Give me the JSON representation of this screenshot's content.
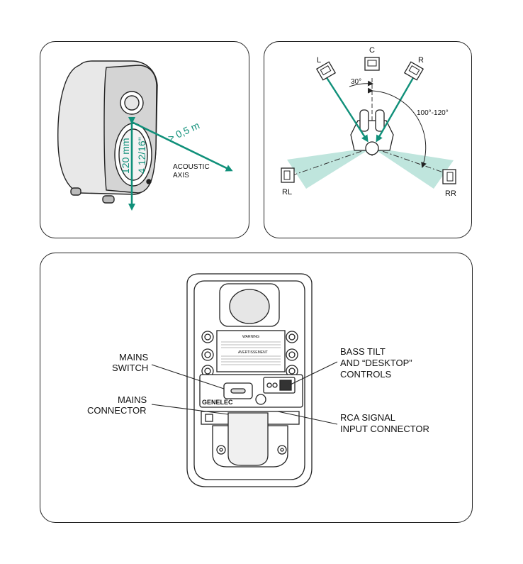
{
  "colors": {
    "accent": "#10907a",
    "sector": "#bfe5dd",
    "ink": "#222222"
  },
  "speaker_panel": {
    "distance": "> 0,5 m",
    "height_mm": "120 mm",
    "height_in": "4 12/16\"",
    "axis_line1": "ACOUSTIC",
    "axis_line2": "AXIS"
  },
  "layout_panel": {
    "left": "L",
    "center": "C",
    "right": "R",
    "rear_left": "RL",
    "rear_right": "RR",
    "angle_front": "30°",
    "angle_rear": "100°-120°"
  },
  "rear_panel": {
    "mains_switch": [
      "MAINS",
      "SWITCH"
    ],
    "mains_connector": [
      "MAINS",
      "CONNECTOR"
    ],
    "bass_tilt": [
      "BASS TILT",
      "AND “DESKTOP”",
      "CONTROLS"
    ],
    "rca_input": [
      "RCA SIGNAL",
      "INPUT CONNECTOR"
    ],
    "brand": "GENELEC",
    "warning_title": "WARNING",
    "warning_title_2": "AVERTISSEMENT"
  }
}
